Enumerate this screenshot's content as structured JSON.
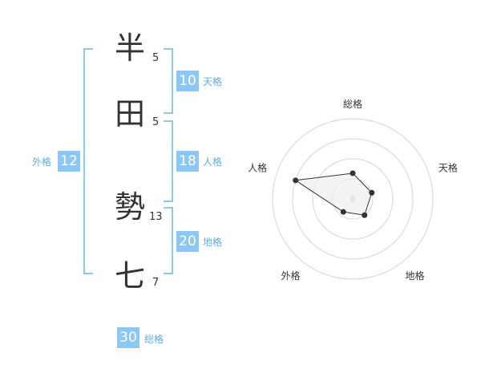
{
  "name": {
    "chars": [
      {
        "char": "半",
        "strokes": "5"
      },
      {
        "char": "田",
        "strokes": "5"
      },
      {
        "char": "勢",
        "strokes": "13"
      },
      {
        "char": "七",
        "strokes": "7"
      }
    ]
  },
  "fortunes": {
    "tenkaku": {
      "value": "10",
      "label": "天格"
    },
    "jinkaku": {
      "value": "18",
      "label": "人格"
    },
    "chikaku": {
      "value": "20",
      "label": "地格"
    },
    "gaikaku": {
      "value": "12",
      "label": "外格"
    },
    "soukaku": {
      "value": "30",
      "label": "総格"
    }
  },
  "colors": {
    "accent": "#8cc8f5",
    "label": "#5aaee8",
    "text": "#333333",
    "grid": "#d5d5d5",
    "fill": "#eeeeee"
  },
  "chart_data": {
    "type": "radar",
    "axes": [
      "総格",
      "天格",
      "地格",
      "外格",
      "人格"
    ],
    "values": [
      0.32,
      0.25,
      0.25,
      0.2,
      0.75
    ],
    "range": [
      0,
      1
    ],
    "rings": 4,
    "grid": true
  }
}
